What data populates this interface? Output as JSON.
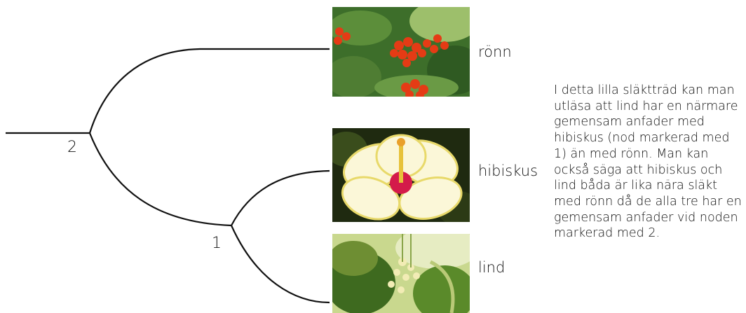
{
  "tree": {
    "node_labels": {
      "root": "2",
      "inner": "1"
    }
  },
  "species": [
    {
      "name": "rönn",
      "image": "rowan-berries-photo"
    },
    {
      "name": "hibiskus",
      "image": "hibiscus-flower-photo"
    },
    {
      "name": "lind",
      "image": "linden-blossom-photo"
    }
  ],
  "explanation": "I detta lilla släktträd kan man utläsa att lind har en närmare gemensam anfader med hibiskus (nod markerad med 1) än med rönn. Man kan också säga att hibiskus och lind båda är lika nära släkt med rönn då de alla tre har en gemensam anfader vid noden markerad med 2."
}
